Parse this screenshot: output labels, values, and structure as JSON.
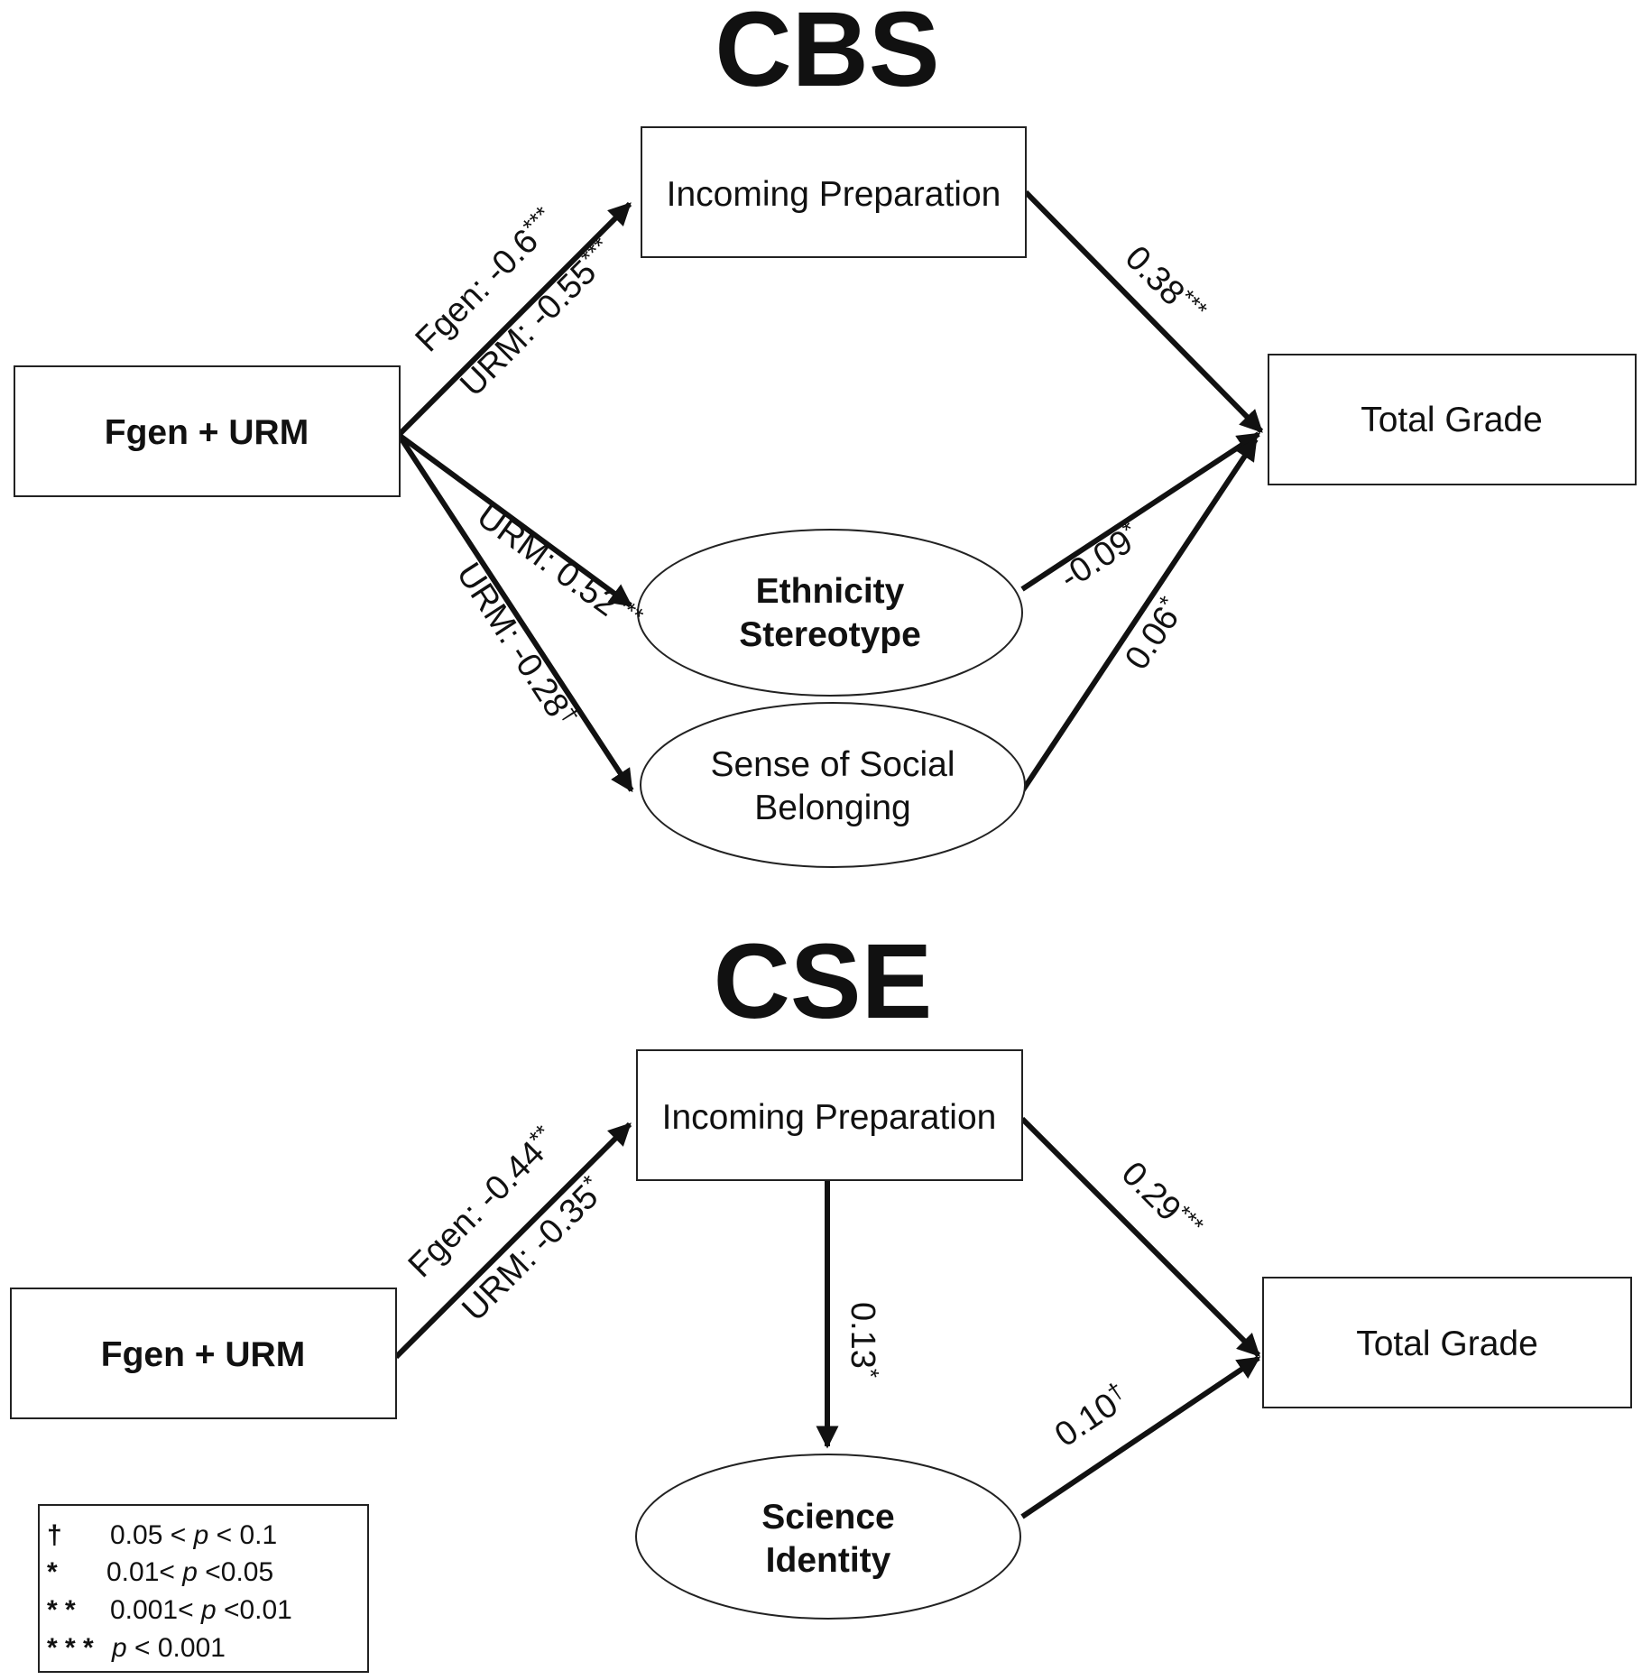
{
  "cbs": {
    "title": "CBS",
    "nodes": {
      "source": "Fgen + URM",
      "prep": "Incoming Preparation",
      "grade": "Total Grade",
      "stereo_1": "Ethnicity",
      "stereo_2": "Stereotype",
      "belong_1": "Sense of Social",
      "belong_2": "Belonging"
    },
    "edges": {
      "src_prep_fgen": "Fgen: -0.6",
      "src_prep_fgen_sig": "***",
      "src_prep_urm": "URM: -0.55",
      "src_prep_urm_sig": "***",
      "prep_grade": "0.38",
      "prep_grade_sig": "***",
      "src_stereo": "URM: 0.52",
      "src_stereo_sig": "***",
      "src_belong": "URM: -0.28",
      "src_belong_sig": "†",
      "stereo_grade": "-0.09",
      "stereo_grade_sig": "*",
      "belong_grade": "0.06",
      "belong_grade_sig": "*"
    }
  },
  "cse": {
    "title": "CSE",
    "nodes": {
      "source": "Fgen + URM",
      "prep": "Incoming Preparation",
      "grade": "Total Grade",
      "identity_1": "Science",
      "identity_2": "Identity"
    },
    "edges": {
      "src_prep_fgen": "Fgen: -0.44",
      "src_prep_fgen_sig": "**",
      "src_prep_urm": "URM: -0.35",
      "src_prep_urm_sig": "*",
      "prep_grade": "0.29",
      "prep_grade_sig": "***",
      "prep_identity": "0.13",
      "prep_identity_sig": "*",
      "identity_grade": "0.10",
      "identity_grade_sig": "†"
    }
  },
  "legend": [
    {
      "symbol": "†",
      "pre": "0.05 < ",
      "p": "p",
      "post": " < 0.1"
    },
    {
      "symbol": "*",
      "pre": "0.01< ",
      "p": "p",
      "post": " <0.05"
    },
    {
      "symbol": "* *",
      "pre": "0.001< ",
      "p": "p",
      "post": " <0.01"
    },
    {
      "symbol": "* * *",
      "pre": "",
      "p": "p",
      "post": " < 0.001"
    }
  ]
}
